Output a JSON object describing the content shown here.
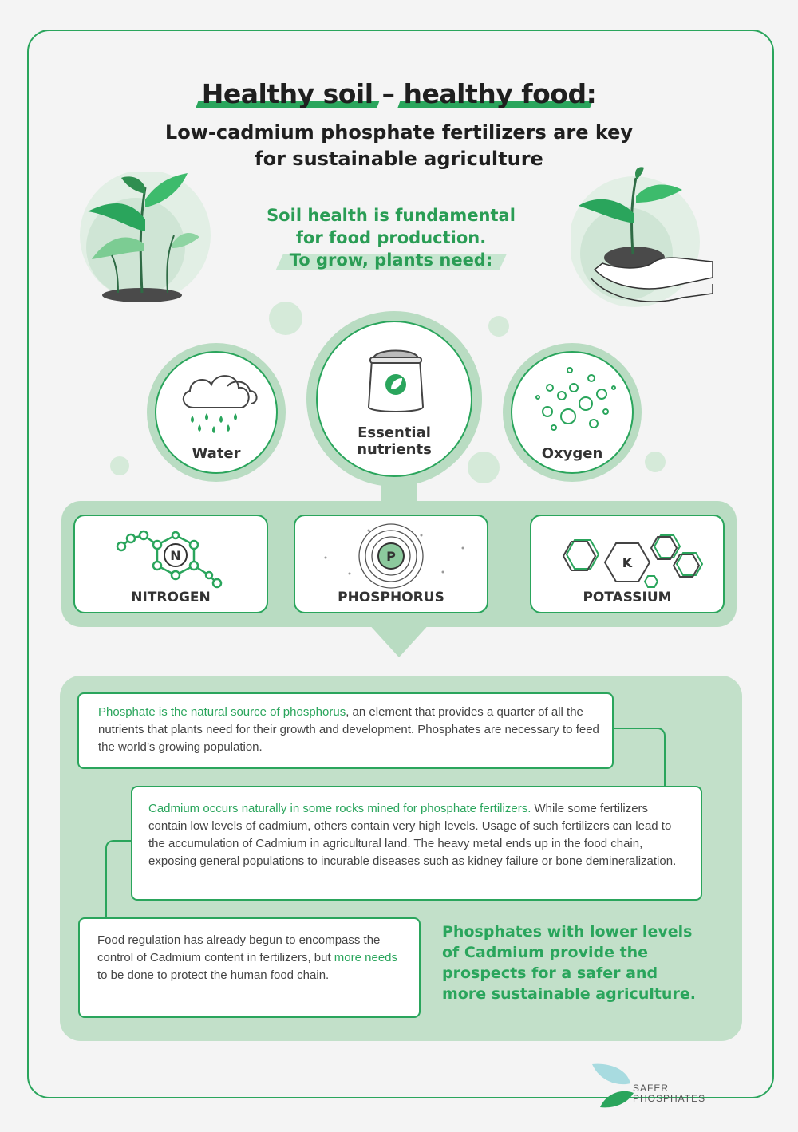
{
  "header": {
    "title_part1": "Healthy soil",
    "title_dash": " – ",
    "title_part2": "healthy food",
    "title_colon": ":",
    "subtitle_line1": "Low-cadmium phosphate fertilizers are key",
    "subtitle_line2": "for sustainable agriculture"
  },
  "lead": {
    "line1": "Soil health is fundamental",
    "line2": "for food production.",
    "line3": "To grow, plants need:"
  },
  "needs": [
    {
      "label": "Water",
      "icon": "rain-cloud-icon"
    },
    {
      "label_line1": "Essential",
      "label_line2": "nutrients",
      "icon": "fertilizer-bag-icon"
    },
    {
      "label": "Oxygen",
      "icon": "bubbles-icon"
    }
  ],
  "elements": [
    {
      "label": "NITROGEN",
      "symbol": "N",
      "icon": "molecule-icon"
    },
    {
      "label": "PHOSPHORUS",
      "symbol": "P",
      "icon": "atom-icon"
    },
    {
      "label": "POTASSIUM",
      "symbol": "K",
      "icon": "hexagons-icon"
    }
  ],
  "box1": {
    "highlight": "Phosphate is the natural source of phosphorus",
    "rest": ", an element that provides a quarter of all the nutrients that plants need for their growth and development. Phosphates are necessary to feed the world’s growing population."
  },
  "box2": {
    "highlight": "Cadmium occurs naturally in some rocks mined for phosphate fertilizers.",
    "rest": " While some fertilizers contain low levels of cadmium, others contain very high levels. Usage of such fertilizers can lead to the accumulation of Cadmium in agricultural land. The heavy metal ends up in the food chain, exposing general populations to incurable diseases such as kidney failure or bone demineralization."
  },
  "box3": {
    "before": "Food regulation has already begun to encompass the control of Cadmium content in fertilizers, but ",
    "highlight": "more needs",
    "after": " to be done to protect the human food chain."
  },
  "conclusion": "Phosphates with lower levels of Cadmium provide the prospects for a safer and more sustainable agriculture.",
  "logo": {
    "line1": "SAFER",
    "line2": "PHOSPHATES"
  },
  "colors": {
    "accent": "#2aa55c",
    "light_green": "#b9dcc2",
    "pale_green": "#c2e0c9",
    "background": "#f4f4f4"
  }
}
